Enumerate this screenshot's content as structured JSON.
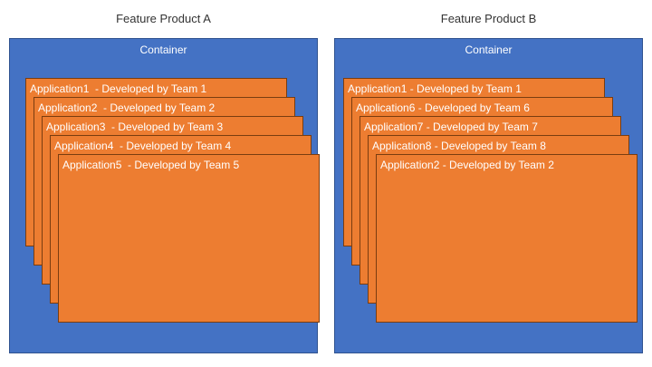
{
  "colors": {
    "container_fill": "#4472c4",
    "application_fill": "#ed7d31",
    "text_on_shapes": "#ffffff",
    "title_text": "#333333"
  },
  "products": [
    {
      "title": "Feature Product A",
      "container_label": "Container",
      "applications": [
        "Application1  - Developed by Team 1",
        "Application2  - Developed by Team 2",
        "Application3  - Developed by Team 3",
        "Application4  - Developed by Team 4",
        "Application5  - Developed by Team 5"
      ]
    },
    {
      "title": "Feature Product B",
      "container_label": "Container",
      "applications": [
        "Application1 - Developed by Team 1",
        "Application6 - Developed by Team 6",
        "Application7 - Developed by Team 7",
        "Application8 - Developed by Team 8",
        "Application2 - Developed by Team 2"
      ]
    }
  ]
}
